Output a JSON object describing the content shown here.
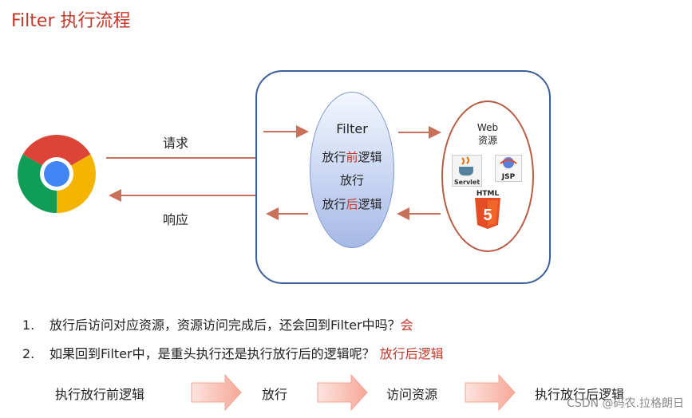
{
  "title": "Filter 执行流程",
  "diagram": {
    "request_label": "请求",
    "response_label": "响应",
    "filter": {
      "title": "Filter",
      "line1_prefix": "放行",
      "line1_highlight": "前",
      "line1_suffix": "逻辑",
      "line2": "放行",
      "line3_prefix": "放行",
      "line3_highlight": "后",
      "line3_suffix": "逻辑"
    },
    "web_resource": {
      "line1": "Web",
      "line2": "资源",
      "servlet_label": "Servlet",
      "jsp_label": "JSP",
      "html_label": "HTML",
      "html_badge": "5"
    }
  },
  "questions": [
    {
      "number": "1.",
      "text": "放行后访问对应资源，资源访问完成后，还会回到Filter中吗？",
      "answer": "会"
    },
    {
      "number": "2.",
      "text": "如果回到Filter中，是重头执行还是执行放行后的逻辑呢？",
      "answer": "放行后逻辑"
    }
  ],
  "flow": [
    "执行放行前逻辑",
    "放行",
    "访问资源",
    "执行放行后逻辑"
  ],
  "watermark": "CSDN @码农.拉格朗日",
  "colors": {
    "accent_red": "#c0392b",
    "arrow": "#c8705a",
    "box_border": "#3d5f9a"
  }
}
